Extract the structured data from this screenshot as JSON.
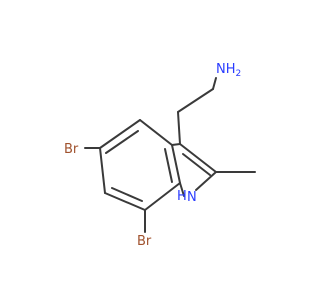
{
  "molecule": {
    "atom_labels": {
      "amine": "NH",
      "amine_subscript": "2",
      "ring_nh": "H",
      "ring_n": "N",
      "br_upper": "Br",
      "br_lower": "Br"
    },
    "colors": {
      "bond": "#3a3a3a",
      "bromine": "#a0522d",
      "nitrogen": "#2a3cff",
      "background": "#ffffff"
    }
  }
}
